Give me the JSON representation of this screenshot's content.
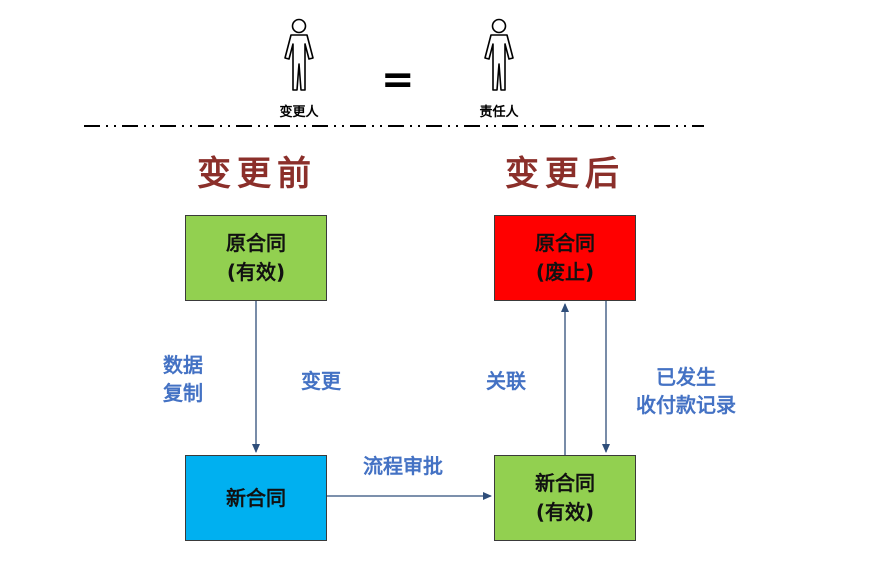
{
  "people": {
    "left_label": "变更人",
    "right_label": "责任人",
    "equals": "="
  },
  "sections": {
    "before": "变更前",
    "after": "变更后"
  },
  "nodes": {
    "orig_before": "原合同\n(有效)",
    "new_before": "新合同",
    "orig_after": "原合同\n(废止)",
    "new_after": "新合同\n(有效)"
  },
  "edges": {
    "data_copy": "数据\n复制",
    "change": "变更",
    "workflow": "流程审批",
    "link": "关联",
    "payment_records": "已发生\n收付款记录"
  },
  "colors": {
    "green": "#92D050",
    "red": "#FF0000",
    "blue": "#00B0F0",
    "title": "#8B2F2A",
    "edge_label": "#4472C4",
    "arrow": "#2F4E7A"
  }
}
